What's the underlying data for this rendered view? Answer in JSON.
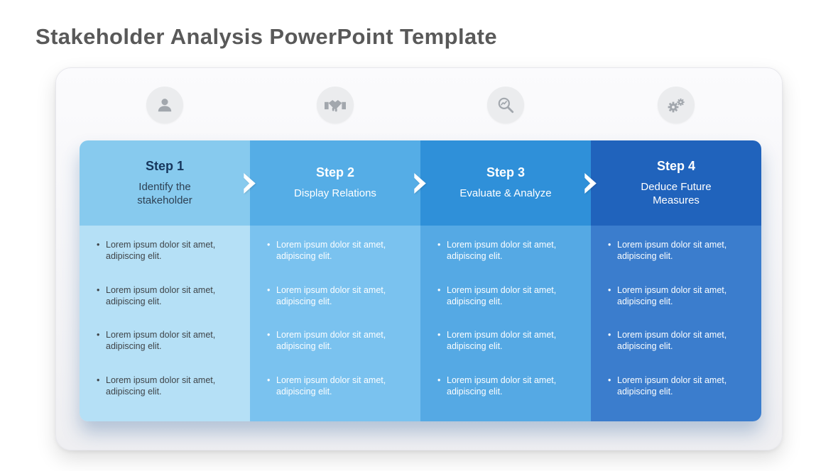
{
  "title": "Stakeholder Analysis PowerPoint Template",
  "colors": {
    "title": "#595959",
    "card_bg_top": "#FBFBFD",
    "card_bg_bottom": "#EFEFF2",
    "icon_circle_bg": "#EBECEE",
    "icon_glyph": "#A2A7AD",
    "chevron": "#FFFFFF"
  },
  "steps": [
    {
      "label": "Step 1",
      "subtitle": "Identify the stakeholder",
      "icon": "person-icon",
      "colors": {
        "header_bg": "#87CAEE",
        "body_bg": "#B5E0F6",
        "label_fg": "#16365C",
        "subtitle_fg": "#2E4154",
        "body_fg": "#3F4448"
      },
      "bullets": [
        "Lorem ipsum dolor sit amet, adipiscing elit.",
        "Lorem ipsum dolor sit amet, adipiscing elit.",
        "Lorem ipsum dolor sit amet, adipiscing elit.",
        "Lorem ipsum dolor sit amet, adipiscing elit."
      ]
    },
    {
      "label": "Step 2",
      "subtitle": "Display Relations",
      "icon": "handshake-icon",
      "colors": {
        "header_bg": "#55ADE6",
        "body_bg": "#7AC2EF",
        "label_fg": "#FFFFFF",
        "subtitle_fg": "#FFFFFF",
        "body_fg": "#FCFEFF"
      },
      "bullets": [
        "Lorem ipsum dolor sit amet, adipiscing elit.",
        "Lorem ipsum dolor sit amet, adipiscing elit.",
        "Lorem ipsum dolor sit amet, adipiscing elit.",
        "Lorem ipsum dolor sit amet, adipiscing elit."
      ]
    },
    {
      "label": "Step 3",
      "subtitle": "Evaluate & Analyze",
      "icon": "magnifier-chart-icon",
      "colors": {
        "header_bg": "#2F90D9",
        "body_bg": "#55A9E4",
        "label_fg": "#FFFFFF",
        "subtitle_fg": "#FFFFFF",
        "body_fg": "#FCFEFF"
      },
      "bullets": [
        "Lorem ipsum dolor sit amet, adipiscing elit.",
        "Lorem ipsum dolor sit amet, adipiscing elit.",
        "Lorem ipsum dolor sit amet, adipiscing elit.",
        "Lorem ipsum dolor sit amet, adipiscing elit."
      ]
    },
    {
      "label": "Step 4",
      "subtitle": "Deduce Future Measures",
      "icon": "gears-icon",
      "colors": {
        "header_bg": "#2063BC",
        "body_bg": "#3B7DCD",
        "label_fg": "#FFFFFF",
        "subtitle_fg": "#FFFFFF",
        "body_fg": "#FCFEFF"
      },
      "bullets": [
        "Lorem ipsum dolor sit amet, adipiscing elit.",
        "Lorem ipsum dolor sit amet, adipiscing elit.",
        "Lorem ipsum dolor sit amet, adipiscing elit.",
        "Lorem ipsum dolor sit amet, adipiscing elit."
      ]
    }
  ]
}
